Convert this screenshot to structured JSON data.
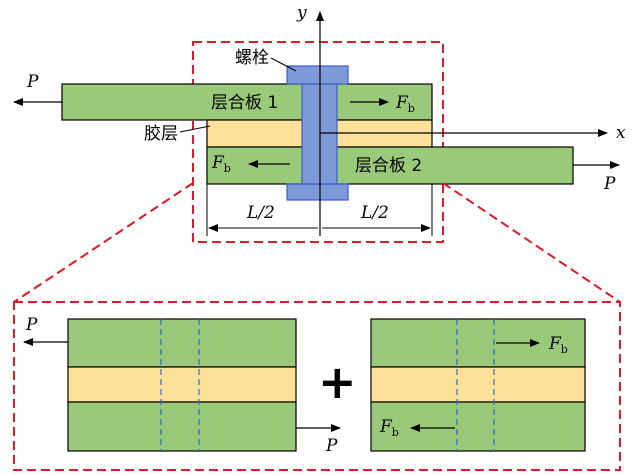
{
  "colors": {
    "laminate": "#9bc97a",
    "adhesive": "#fde198",
    "bolt": "#7f9ad8",
    "outline_dashed": "#d81e28",
    "bolt_line": "#3b5fc7",
    "cut_line": "#2b6bd6",
    "stroke": "#000000"
  },
  "labels": {
    "y_axis": "y",
    "x_axis": "x",
    "bolt": "螺栓",
    "laminate_1": "层合板 1",
    "laminate_2": "层合板 2",
    "adhesive": "胶层",
    "load": "P",
    "bolt_force_main": "F",
    "bolt_force_sub": "b",
    "half_length": "L/2",
    "plus": "+"
  }
}
